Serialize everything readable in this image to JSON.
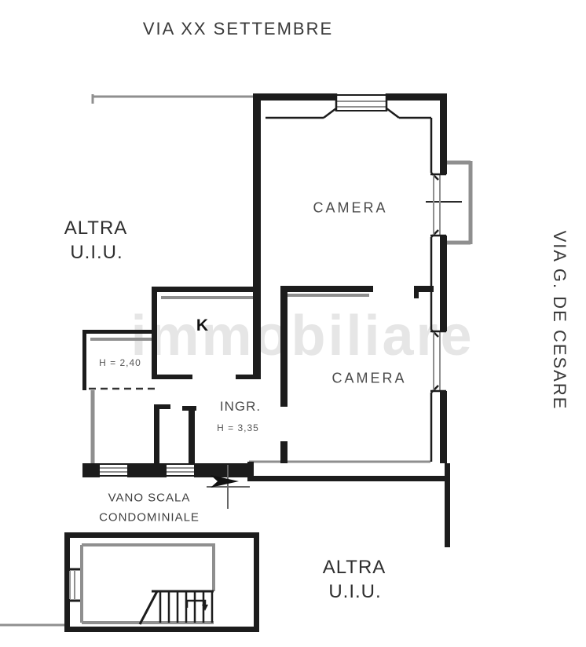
{
  "streets": {
    "top": "VIA XX SETTEMBRE",
    "right": "VIA G. DE CESARE"
  },
  "units": {
    "left": {
      "line1": "ALTRA",
      "line2": "U.I.U."
    },
    "bottom_right": {
      "line1": "ALTRA",
      "line2": "U.I.U."
    }
  },
  "rooms": {
    "bedroom_top": "CAMERA",
    "bedroom_middle": "CAMERA",
    "kitchen": "K",
    "storage_height": "H = 2,40",
    "entrance": "INGR.",
    "entrance_height": "H = 3,35",
    "stairwell": {
      "line1": "VANO SCALA",
      "line2": "CONDOMINIALE"
    }
  },
  "watermark": "immobiliare",
  "colors": {
    "wall": "#1c1c1c",
    "wall_gray": "#8f8f8f",
    "text": "#3c3c3c"
  }
}
